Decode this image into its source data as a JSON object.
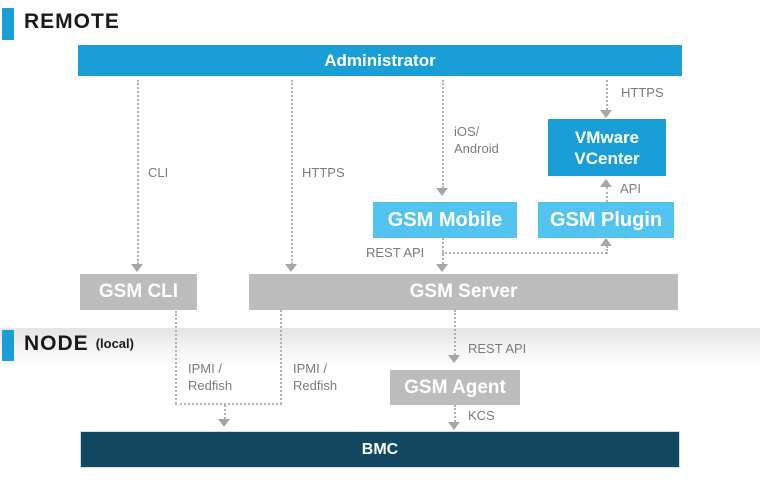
{
  "title": "GSM management architecture diagram",
  "colors": {
    "cyan": "#1A9ED6",
    "light_blue": "#53C4F0",
    "gray_box": "#BCBCBC",
    "dark_teal": "#11485F",
    "label_text": "#7B7B7B",
    "line": "#B2B2B2",
    "arrow": "#A6A6A6",
    "heading_text": "#1A1A1A",
    "band_gray": "#E5E5E5"
  },
  "sections": {
    "remote": {
      "label": "REMOTE"
    },
    "node": {
      "label": "NODE",
      "sublabel": "(local)"
    }
  },
  "nodes": {
    "administrator": {
      "label": "Administrator"
    },
    "vmware_vcenter": {
      "line1": "VMware",
      "line2": "VCenter"
    },
    "gsm_mobile": {
      "label": "GSM Mobile"
    },
    "gsm_plugin": {
      "label": "GSM Plugin"
    },
    "gsm_cli": {
      "label": "GSM CLI"
    },
    "gsm_server": {
      "label": "GSM Server"
    },
    "gsm_agent": {
      "label": "GSM Agent"
    },
    "bmc": {
      "label": "BMC"
    }
  },
  "edge_labels": {
    "cli": "CLI",
    "https_left": "HTTPS",
    "ios_android_line1": "iOS/",
    "ios_android_line2": "Android",
    "https_right": "HTTPS",
    "api": "API",
    "rest_api_remote": "REST API",
    "ipmi_left_line1": "IPMI /",
    "ipmi_left_line2": "Redfish",
    "ipmi_right_line1": "IPMI /",
    "ipmi_right_line2": "Redfish",
    "rest_api_node": "REST API",
    "kcs": "KCS"
  }
}
